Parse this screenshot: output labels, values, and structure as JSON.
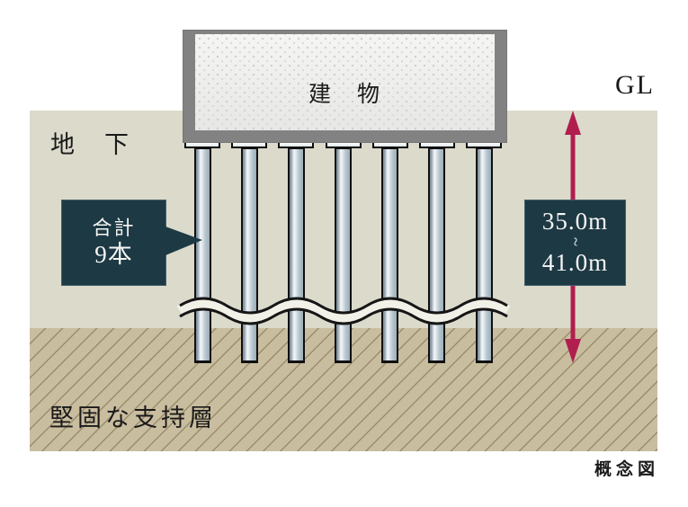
{
  "diagram": {
    "caption": "概念図",
    "gl_label": "GL",
    "underground_label": "地　下",
    "building_label": "建　物",
    "support_layer_label": "堅固な支持層",
    "pile_callout": {
      "line1": "合計",
      "line2": "9本"
    },
    "depth_measurement": {
      "min": "35.0m",
      "separator": "~",
      "max": "41.0m"
    },
    "piles_shown": 7,
    "colors": {
      "underground": "#dbdacb",
      "support_layer": "#c9bd9f",
      "hatch": "#9a8d6c",
      "annotation_box": "#1d3944",
      "annotation_border": "#44606b",
      "arrow": "#b01e4e",
      "building_frame": "#828282",
      "building_fill": "#ededeb"
    }
  }
}
